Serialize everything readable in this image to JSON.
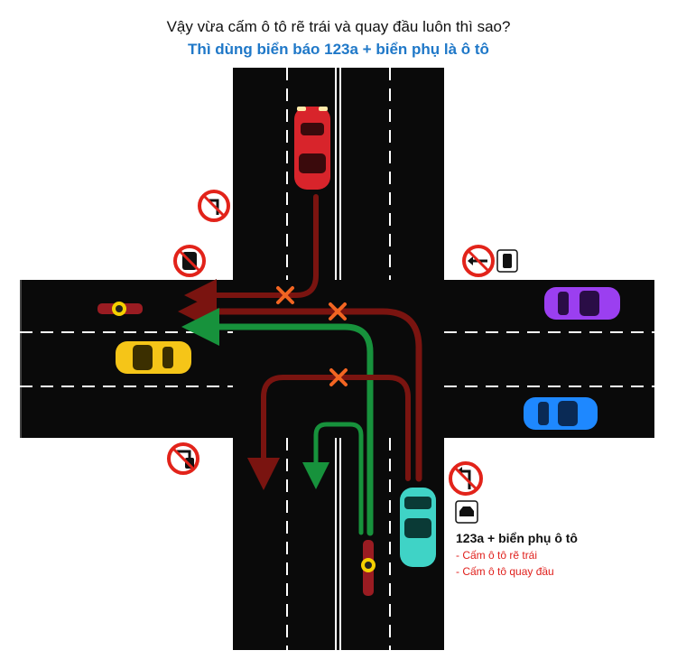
{
  "title": "Vậy vừa cấm ô tô rẽ trái và quay đầu luôn thì sao?",
  "subtitle": "Thì dùng biển báo 123a + biển phụ là ô tô",
  "caption": {
    "main": "123a + biển phụ ô tô",
    "items": [
      "- Cấm ô tô rẽ trái",
      "- Cấm ô tô quay đầu"
    ]
  },
  "colors": {
    "road": "#0a0a0a",
    "lane_mark": "#ffffff",
    "forbidden_path": "#7a1410",
    "allowed_path": "#17923c",
    "cross_mark": "#f26522",
    "sign_ring": "#e2231a",
    "car_red": "#d8242b",
    "car_yellow": "#f5c518",
    "car_purple": "#9b3ff0",
    "car_blue": "#1e88ff",
    "car_cyan": "#3fd3c6"
  },
  "signs": [
    "no-left-turn-for-cars",
    "no-cars",
    "no-left-turn-plus-car-panel",
    "no-u-turn-for-cars",
    "no-left-turn-sign-123a",
    "car-panel"
  ]
}
